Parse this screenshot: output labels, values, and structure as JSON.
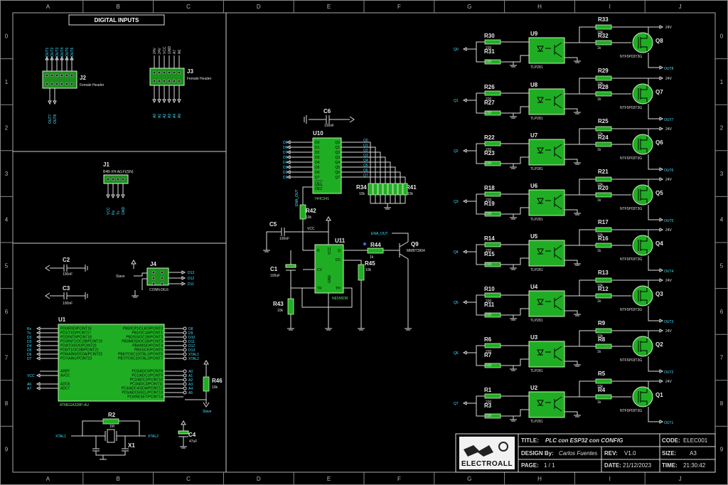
{
  "sheet": {
    "columns": [
      "A",
      "B",
      "C",
      "D",
      "E",
      "F",
      "G",
      "H",
      "I",
      "J"
    ],
    "rows": [
      "0",
      "1",
      "2",
      "3",
      "4",
      "5",
      "6",
      "7",
      "8",
      "9"
    ],
    "section_title": "DIGITAL INPUTS"
  },
  "labels": {
    "j2": "J2",
    "j2_val": "Female Header",
    "j2_top": [
      "OUT1",
      "OUT2",
      "OUT3",
      "OUT4",
      "OUT5",
      "OUT6"
    ],
    "j2_bot": [
      "OUT7",
      "OUT8"
    ],
    "j3": "J3",
    "j3_val": "Female Header",
    "j3_top": [
      "24V",
      "24V",
      "VCC",
      "GND",
      "A7",
      "A6"
    ],
    "j3_bot": [
      "A0",
      "A1",
      "A2",
      "A3",
      "A4",
      "A5"
    ],
    "j1": "J1",
    "j1_val": "B4B-XH-A(LF)(SN)",
    "j1_pins": [
      "VCC",
      "Rx",
      "Tx",
      "GND"
    ],
    "c2": "C2",
    "c2_val": "100nF",
    "c3": "C3",
    "c3_val": "100nF",
    "j4": "J4",
    "j4_val": "CONN-DIL6",
    "j4_nets": [
      "D13",
      "D12",
      "D11"
    ],
    "j4_left": "Slave",
    "u1": "U1",
    "u1_val": "ATMEGA328P-AU",
    "u1_left": [
      "PD0/RXD/PCINT16",
      "PD1/TXD/PCINT17",
      "PD2/INT0/PCINT18",
      "PD3/INT1/OC2B/PCINT19",
      "PD4/T0/XCK/PCINT20",
      "PD5/T1/OC0B/PCINT21",
      "PD6/AIN0/OC0A/PCINT22",
      "PD7/AIN1/PCINT23",
      "AREF",
      "AVCC",
      "ADC6",
      "ADC7"
    ],
    "u1_left_nets": [
      "Rx",
      "Tx",
      "D2",
      "D3",
      "D4",
      "D5",
      "D6",
      "D7",
      "",
      "VCC",
      "A6",
      "A7"
    ],
    "u1_right": [
      "PB0/ICP1/CLKO/PCINT0",
      "PB1/OC1A/PCINT1",
      "PB2/SS/OC1B/PCINT2",
      "PB3/MOSI/OC2A/PCINT3",
      "PB4/MISO/PCINT4",
      "PB5/SCK/PCINT5",
      "PB6/TOSC1/XTAL1/PCINT6",
      "PB7/TOSC2/XTAL2/PCINT7",
      "PC0/ADC0/PCINT8",
      "PC1/ADC1/PCINT9",
      "PC2/ADC2/PCINT10",
      "PC3/ADC3/PCINT11",
      "PC4/ADC4/SDA/PCINT12",
      "PC5/ADC5/SCL/PCINT13",
      "PC6/RESET/PCINT14"
    ],
    "u1_right_nets": [
      "D8",
      "D9",
      "D10",
      "D11",
      "D12",
      "D13",
      "XTAL1",
      "XTAL2",
      "A0",
      "A1",
      "A2",
      "A3",
      "A4",
      "A5",
      ""
    ],
    "r46": "R46",
    "r46_val": "10k",
    "slave": "Slave",
    "r2": "R2",
    "r2_val": "1M",
    "x1": "X1",
    "xtal1": "XTAL1",
    "xtal2": "XTAL2",
    "c4": "C4",
    "c4_val": "47uF",
    "c6": "C6",
    "c6_val": "100nF",
    "u10": "U10",
    "u10_val": "74HC541",
    "u10_in": [
      "D0",
      "D1",
      "D2",
      "D3",
      "D4",
      "D5",
      "D6",
      "D7"
    ],
    "u10_nets": [
      "D6",
      "D6",
      "D7",
      "D5",
      "D4",
      "D3",
      "D2",
      "D1"
    ],
    "u10_out": [
      "Q0",
      "Q1",
      "Q2",
      "Q3",
      "Q4",
      "Q5",
      "Q6",
      "Q7"
    ],
    "u10_oe": [
      "OE1",
      "OE2"
    ],
    "r34": "R34",
    "r34_val": "10k",
    "r41": "R41",
    "r41_val": "10k",
    "ena_out": "ENA_OUT",
    "r42": "R42",
    "r42_val": "10k",
    "c5": "C5",
    "c5_val": "100nF",
    "vcc": "VCC",
    "u11": "U11",
    "u11_val": "NE555DR",
    "u11_pins": [
      "R",
      "Q",
      "DC",
      "CV",
      "TR",
      "TH",
      "VCC",
      "GND"
    ],
    "c1": "C1",
    "c1_val": "100uF",
    "r43": "R43",
    "r43_val": "10k",
    "r44": "R44",
    "r44_val": "1k",
    "r45": "R45",
    "r45_val": "10k",
    "q9": "Q9",
    "q9_val": "MMBT3904",
    "chan": [
      {
        "q": "Q0",
        "ra": "R30",
        "rb": "R31",
        "u": "U9",
        "rt": "R33",
        "rm": "R32",
        "qq": "Q8",
        "out": "OUT8"
      },
      {
        "q": "Q1",
        "ra": "R26",
        "rb": "R27",
        "u": "U8",
        "rt": "R29",
        "rm": "R28",
        "qq": "Q7",
        "out": "OUT7"
      },
      {
        "q": "Q2",
        "ra": "R22",
        "rb": "R23",
        "u": "U7",
        "rt": "R25",
        "rm": "R24",
        "qq": "Q6",
        "out": "OUT6"
      },
      {
        "q": "Q3",
        "ra": "R18",
        "rb": "R19",
        "u": "U6",
        "rt": "R21",
        "rm": "R20",
        "qq": "Q5",
        "out": "OUT5"
      },
      {
        "q": "Q4",
        "ra": "R14",
        "rb": "R15",
        "u": "U5",
        "rt": "R17",
        "rm": "R16",
        "qq": "Q4",
        "out": "OUT4"
      },
      {
        "q": "Q5",
        "ra": "R10",
        "rb": "R11",
        "u": "U4",
        "rt": "R13",
        "rm": "R12",
        "qq": "Q3",
        "out": "OUT3"
      },
      {
        "q": "Q6",
        "ra": "R6",
        "rb": "R7",
        "u": "U3",
        "rt": "R9",
        "rm": "R8",
        "qq": "Q2",
        "out": "OUT2"
      },
      {
        "q": "Q7",
        "ra": "R1",
        "rb": "R3",
        "u": "U2",
        "rt": "R5",
        "rm": "R4",
        "qq": "Q1",
        "out": "OUT1"
      }
    ],
    "ch_val_220": "220",
    "ch_val_10k": "10k",
    "ch_val_1k": "1k",
    "opto": "TLP281",
    "mosfet": "NTF5P03T3G",
    "v24": "24V"
  },
  "title_block": {
    "logo": "ELECTROALL",
    "title_label": "TITLE:",
    "title": "PLC con ESP32  con CONFIG",
    "code_label": "CODE:",
    "code": "ELEC001",
    "design_label": "DESIGN By:",
    "designer": "Carlos Fuentes",
    "rev_label": "REV:",
    "rev": "V1.0",
    "size_label": "SIZE:",
    "size": "A3",
    "page_label": "PAGE:",
    "page": "1 / 1",
    "date_label": "DATE:",
    "date": "21/12/2023",
    "time_label": "TIME:",
    "time": "21:30:42"
  }
}
